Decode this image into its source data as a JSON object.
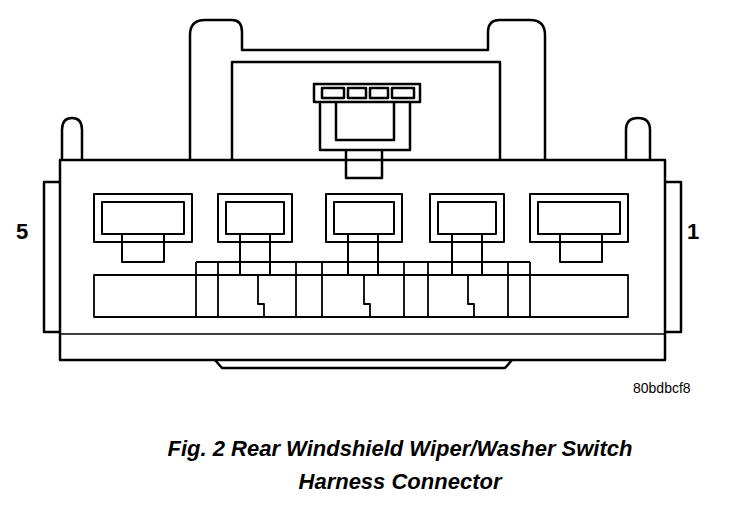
{
  "diagram": {
    "caption": "Fig. 2 Rear Windshield Wiper/Washer Switch Harness Connector",
    "labels": [
      "5",
      "1",
      "80bdbcf8"
    ]
  }
}
